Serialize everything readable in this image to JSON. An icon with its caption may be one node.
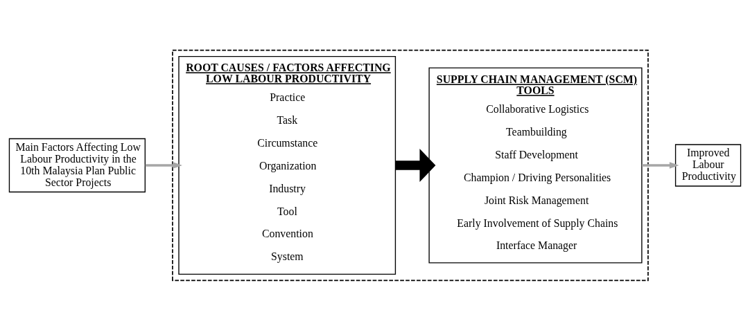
{
  "diagram": {
    "nodes": [
      {
        "text": [
          "Main Factors Affecting Low Labour Productivity in the 10th Malaysia Plan Public Sector Projects"
        ]
      },
      {
        "text": [],
        "shape": "box"
      },
      {
        "text": [
          "ROOT CAUSES / FACTORS AFFECTING LOW LABOUR PRODUCTIVITY",
          "Practice",
          "Task",
          "Circumstance",
          "Organization",
          "Industry",
          "Tool",
          "Convention",
          "System"
        ],
        "in": 1
      },
      {
        "text": [
          "SUPPLY CHAIN MANAGEMENT (SCM) TOOLS",
          "Collaborative Logistics",
          "Teambuilding",
          "Staff Development",
          "Champion / Driving Personalities",
          "Joint Risk Management",
          "Early Involvement of Supply Chains",
          "Interface Manager"
        ],
        "in": 1
      },
      {
        "text": [
          "Improved Labour Productivity"
        ]
      }
    ],
    "edges": [
      {
        "from": 0,
        "to": 2,
        "arrow": "to"
      },
      {
        "from": 2,
        "to": 3,
        "arrow": "to",
        "style": "thick",
        "color": "#000000"
      },
      {
        "from": 3,
        "to": 4,
        "arrow": "to"
      }
    ]
  }
}
